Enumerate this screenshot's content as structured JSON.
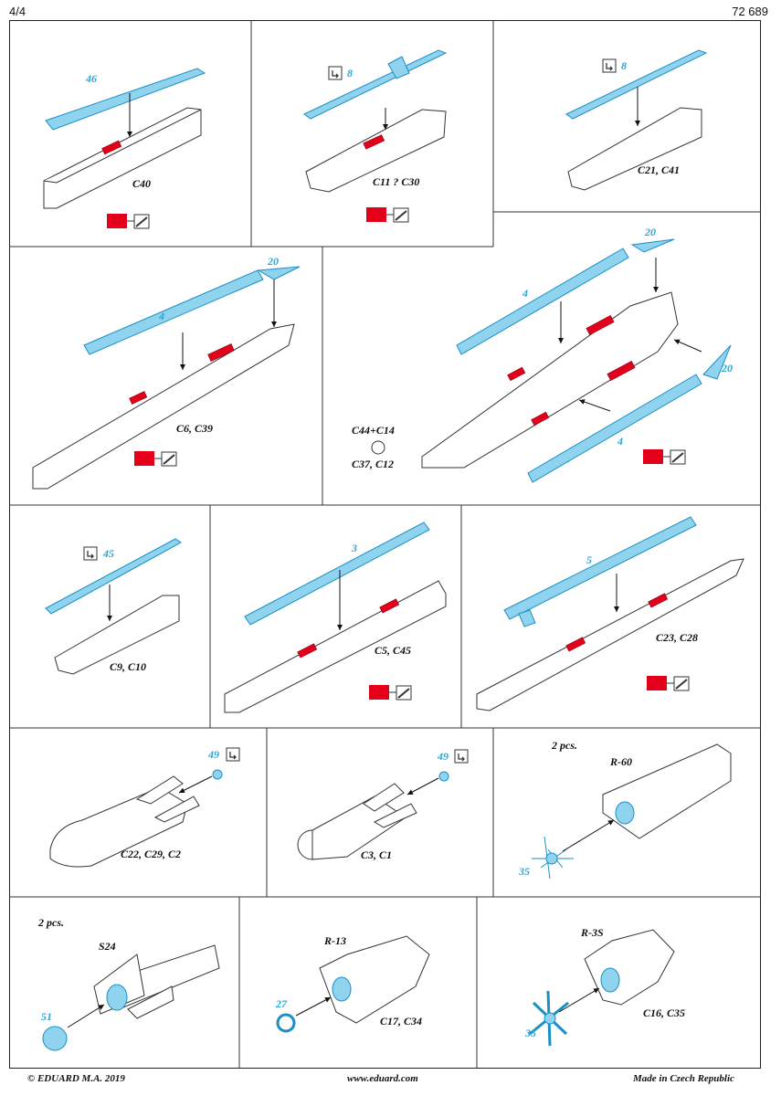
{
  "header": {
    "page": "4/4",
    "catalog": "72 689"
  },
  "cells": [
    {
      "id": "c40",
      "label": "C40",
      "pe_part": "46"
    },
    {
      "id": "c11",
      "label": "C11 ? C30",
      "pe_part": "8"
    },
    {
      "id": "c21",
      "label": "C21, C41",
      "pe_part": "8"
    },
    {
      "id": "c6",
      "label": "C6, C39",
      "pe_part": "4",
      "pe_part_2": "20"
    },
    {
      "id": "c44",
      "label_top": "C44+C14",
      "label_bottom": "C37, C12",
      "pe_part": "4",
      "pe_part_2": "20",
      "pe_part_3": "20",
      "pe_part_4": "4"
    },
    {
      "id": "c9",
      "label": "C9, C10",
      "pe_part": "45"
    },
    {
      "id": "c5",
      "label": "C5, C45",
      "pe_part": "3"
    },
    {
      "id": "c23",
      "label": "C23, C28",
      "pe_part": "5"
    },
    {
      "id": "c22",
      "label": "C22, C29, C2",
      "pe_part": "49"
    },
    {
      "id": "c3",
      "label": "C3, C1",
      "pe_part": "49"
    },
    {
      "id": "r60",
      "label": "R-60",
      "pe_part": "35",
      "qty": "2 pcs."
    },
    {
      "id": "s24",
      "label": "S24",
      "pe_part": "51",
      "qty": "2 pcs."
    },
    {
      "id": "r13",
      "label": "R-13",
      "pe_part": "27",
      "sub": "C17, C34"
    },
    {
      "id": "r3s",
      "label": "R-3S",
      "pe_part": "35",
      "sub": "C16, C35"
    }
  ],
  "question_mark": "?",
  "colors": {
    "red": "#e3001b",
    "pe": "#8fd3ef",
    "pe_stroke": "#1a8fc4"
  },
  "footer": {
    "copyright": "© EDUARD  M.A. 2019",
    "website": "www.eduard.com",
    "made": "Made in Czech Republic"
  }
}
